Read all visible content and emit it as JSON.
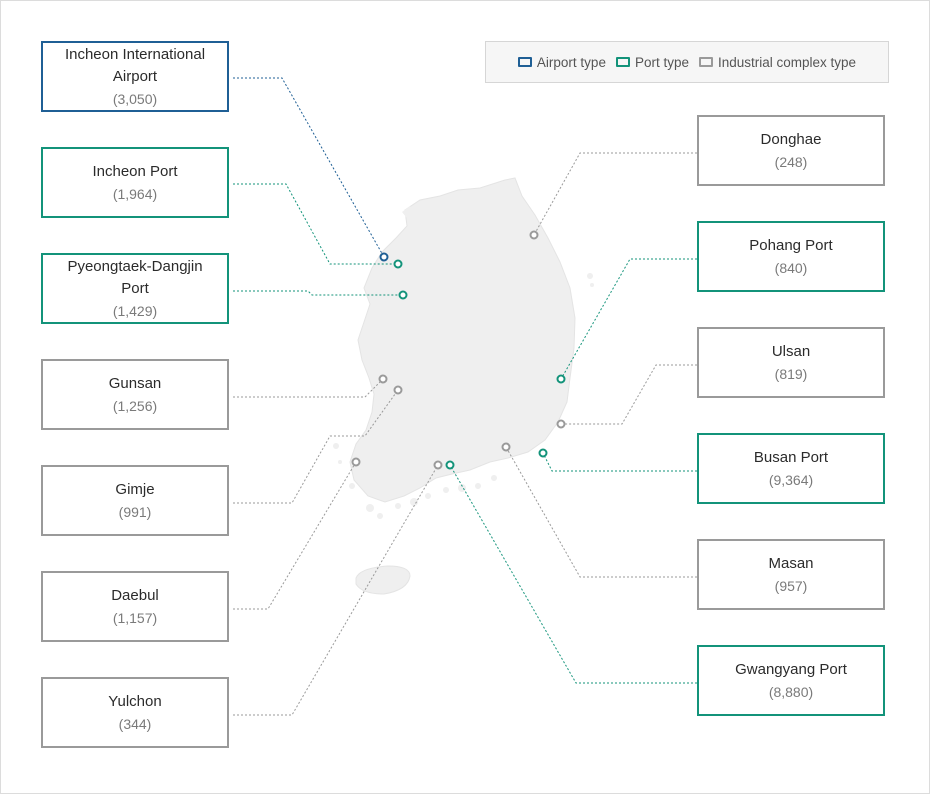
{
  "legend": {
    "airport_label": "Airport type",
    "port_label": "Port type",
    "industrial_label": "Industrial complex type",
    "colors": {
      "airport": "#1f5f95",
      "port": "#13937a",
      "industrial": "#9a9a9a"
    }
  },
  "locations": [
    {
      "id": "incheon-airport",
      "name": "Incheon International Airport",
      "value": "(3,050)",
      "type": "airport"
    },
    {
      "id": "incheon-port",
      "name": "Incheon Port",
      "value": "(1,964)",
      "type": "port"
    },
    {
      "id": "pyeongtaek-dangjin-port",
      "name": "Pyeongtaek-Dangjin Port",
      "value": "(1,429)",
      "type": "port"
    },
    {
      "id": "gunsan",
      "name": "Gunsan",
      "value": "(1,256)",
      "type": "industrial"
    },
    {
      "id": "gimje",
      "name": "Gimje",
      "value": "(991)",
      "type": "industrial"
    },
    {
      "id": "daebul",
      "name": "Daebul",
      "value": "(1,157)",
      "type": "industrial"
    },
    {
      "id": "yulchon",
      "name": "Yulchon",
      "value": "(344)",
      "type": "industrial"
    },
    {
      "id": "donghae",
      "name": "Donghae",
      "value": "(248)",
      "type": "industrial"
    },
    {
      "id": "pohang-port",
      "name": "Pohang Port",
      "value": "(840)",
      "type": "port"
    },
    {
      "id": "ulsan",
      "name": "Ulsan",
      "value": "(819)",
      "type": "industrial"
    },
    {
      "id": "busan-port",
      "name": "Busan Port",
      "value": "(9,364)",
      "type": "port"
    },
    {
      "id": "masan",
      "name": "Masan",
      "value": "(957)",
      "type": "industrial"
    },
    {
      "id": "gwangyang-port",
      "name": "Gwangyang Port",
      "value": "(8,880)",
      "type": "port"
    }
  ]
}
